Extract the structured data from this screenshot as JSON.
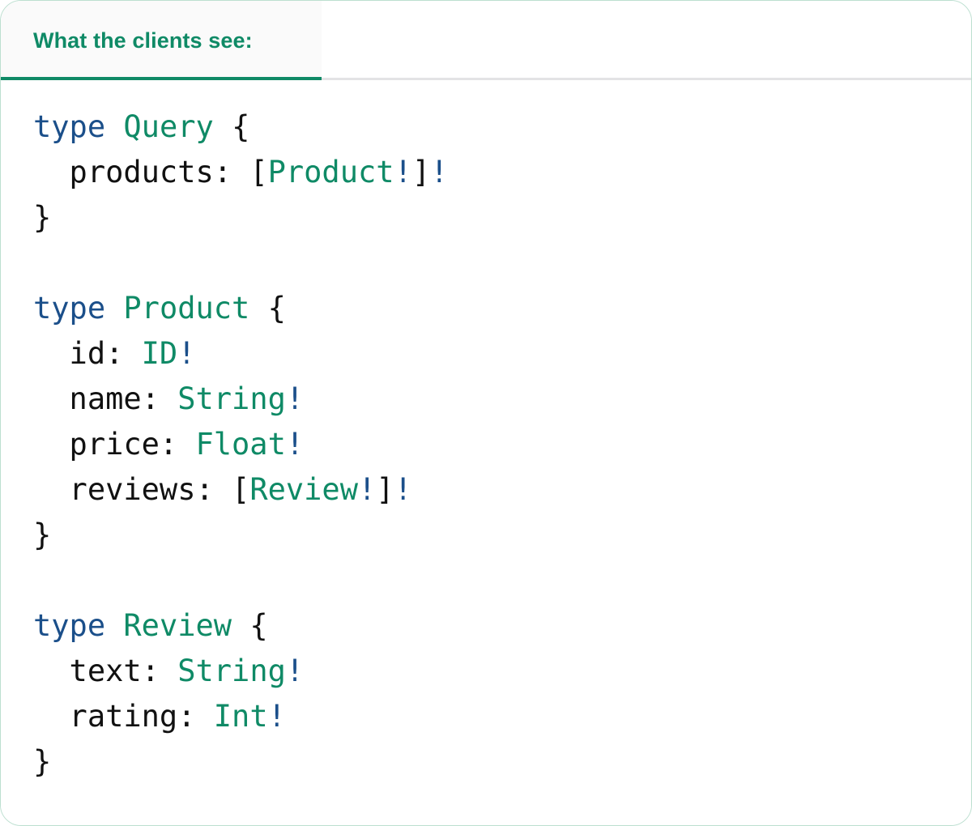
{
  "card": {
    "accent_color": "#0f8a66",
    "border_color": "#bcdfd0",
    "header_bg": "#fafafa",
    "body_bg": "#ffffff",
    "divider_color": "#e3e3e5"
  },
  "header": {
    "tab_label": "What the clients see:",
    "tab_active": true
  },
  "syntax_colors": {
    "keyword": "#1b4f8a",
    "type_name": "#0f8a66",
    "field_name": "#111111",
    "punctuation": "#111111",
    "non_null": "#1b4f8a"
  },
  "code": {
    "language": "graphql",
    "lines": [
      {
        "id": "l1",
        "tokens": [
          {
            "t": "type",
            "c": "kw"
          },
          {
            "t": " ",
            "c": "punct"
          },
          {
            "t": "Query",
            "c": "type"
          },
          {
            "t": " ",
            "c": "punct"
          },
          {
            "t": "{",
            "c": "punct"
          }
        ]
      },
      {
        "id": "l2",
        "tokens": [
          {
            "t": "  products: ",
            "c": "field"
          },
          {
            "t": "[",
            "c": "punct"
          },
          {
            "t": "Product",
            "c": "type"
          },
          {
            "t": "!",
            "c": "bang"
          },
          {
            "t": "]",
            "c": "punct"
          },
          {
            "t": "!",
            "c": "bang"
          }
        ]
      },
      {
        "id": "l3",
        "tokens": [
          {
            "t": "}",
            "c": "punct"
          }
        ]
      },
      {
        "id": "l4",
        "tokens": []
      },
      {
        "id": "l5",
        "tokens": [
          {
            "t": "type",
            "c": "kw"
          },
          {
            "t": " ",
            "c": "punct"
          },
          {
            "t": "Product",
            "c": "type"
          },
          {
            "t": " ",
            "c": "punct"
          },
          {
            "t": "{",
            "c": "punct"
          }
        ]
      },
      {
        "id": "l6",
        "tokens": [
          {
            "t": "  id: ",
            "c": "field"
          },
          {
            "t": "ID",
            "c": "type"
          },
          {
            "t": "!",
            "c": "bang"
          }
        ]
      },
      {
        "id": "l7",
        "tokens": [
          {
            "t": "  name: ",
            "c": "field"
          },
          {
            "t": "String",
            "c": "type"
          },
          {
            "t": "!",
            "c": "bang"
          }
        ]
      },
      {
        "id": "l8",
        "tokens": [
          {
            "t": "  price: ",
            "c": "field"
          },
          {
            "t": "Float",
            "c": "type"
          },
          {
            "t": "!",
            "c": "bang"
          }
        ]
      },
      {
        "id": "l9",
        "tokens": [
          {
            "t": "  reviews: ",
            "c": "field"
          },
          {
            "t": "[",
            "c": "punct"
          },
          {
            "t": "Review",
            "c": "type"
          },
          {
            "t": "!",
            "c": "bang"
          },
          {
            "t": "]",
            "c": "punct"
          },
          {
            "t": "!",
            "c": "bang"
          }
        ]
      },
      {
        "id": "l10",
        "tokens": [
          {
            "t": "}",
            "c": "punct"
          }
        ]
      },
      {
        "id": "l11",
        "tokens": []
      },
      {
        "id": "l12",
        "tokens": [
          {
            "t": "type",
            "c": "kw"
          },
          {
            "t": " ",
            "c": "punct"
          },
          {
            "t": "Review",
            "c": "type"
          },
          {
            "t": " ",
            "c": "punct"
          },
          {
            "t": "{",
            "c": "punct"
          }
        ]
      },
      {
        "id": "l13",
        "tokens": [
          {
            "t": "  text: ",
            "c": "field"
          },
          {
            "t": "String",
            "c": "type"
          },
          {
            "t": "!",
            "c": "bang"
          }
        ]
      },
      {
        "id": "l14",
        "tokens": [
          {
            "t": "  rating: ",
            "c": "field"
          },
          {
            "t": "Int",
            "c": "type"
          },
          {
            "t": "!",
            "c": "bang"
          }
        ]
      },
      {
        "id": "l15",
        "tokens": [
          {
            "t": "}",
            "c": "punct"
          }
        ]
      }
    ],
    "plain_text": "type Query {\n  products: [Product!]!\n}\n\ntype Product {\n  id: ID!\n  name: String!\n  price: Float!\n  reviews: [Review!]!\n}\n\ntype Review {\n  text: String!\n  rating: Int!\n}"
  }
}
